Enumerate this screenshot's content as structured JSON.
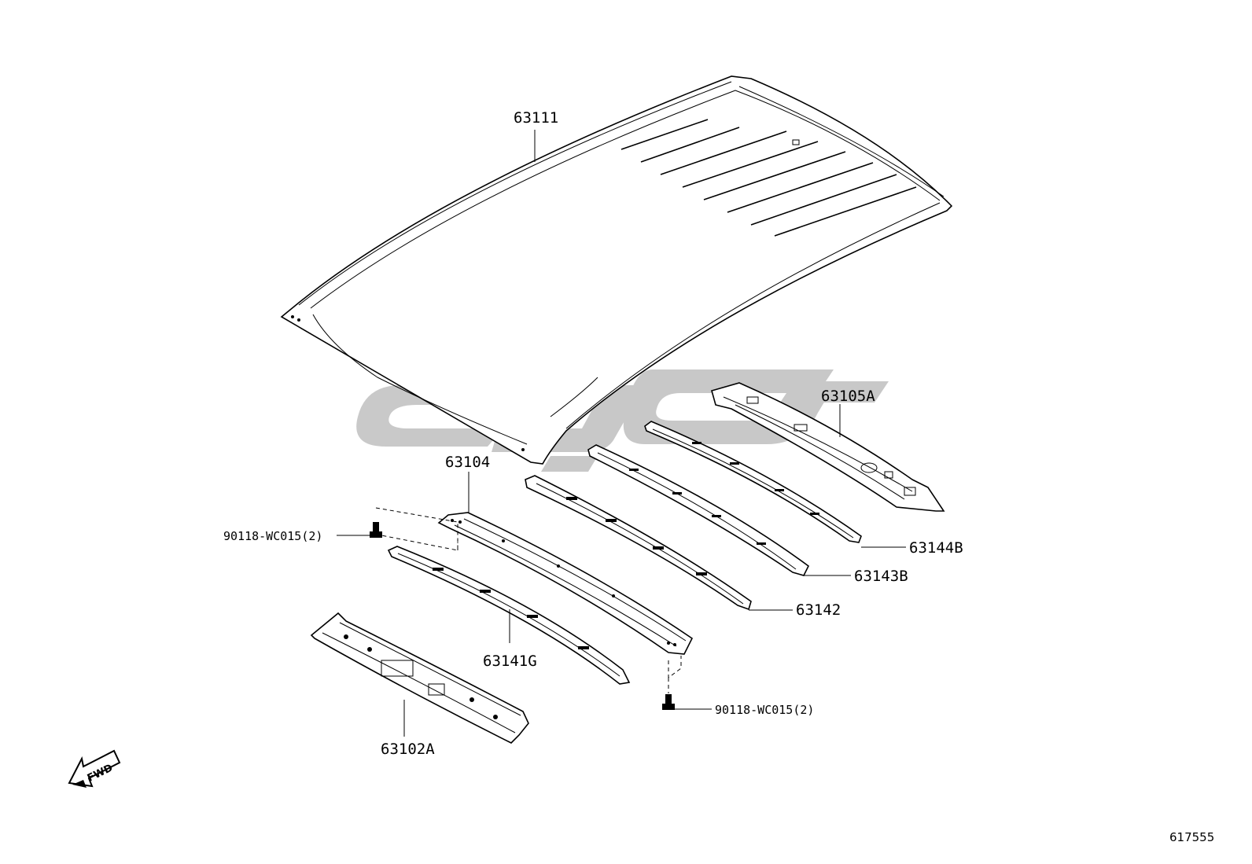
{
  "parts": [
    {
      "id": "roof_panel",
      "number": "63111"
    },
    {
      "id": "roof_panel_reinforcement",
      "number": "63105A"
    },
    {
      "id": "roof_front_header",
      "number": "63104"
    },
    {
      "id": "roof_bow_no1",
      "number": "63141G"
    },
    {
      "id": "roof_bow_no2",
      "number": "63142"
    },
    {
      "id": "roof_bow_no3",
      "number": "63143B"
    },
    {
      "id": "roof_bow_no4",
      "number": "63144B"
    },
    {
      "id": "windshield_header_panel",
      "number": "63102A"
    }
  ],
  "bolts": [
    {
      "id": "bolt_left",
      "label": "90118-WC015(2)"
    },
    {
      "id": "bolt_right",
      "label": "90118-WC015(2)"
    }
  ],
  "direction_indicator": {
    "text": "FWD",
    "icon": "forward-arrow-icon"
  },
  "diagram_id": "617555",
  "watermark": {
    "icon": "brand-logo-watermark",
    "color": "#c4c4c4"
  }
}
